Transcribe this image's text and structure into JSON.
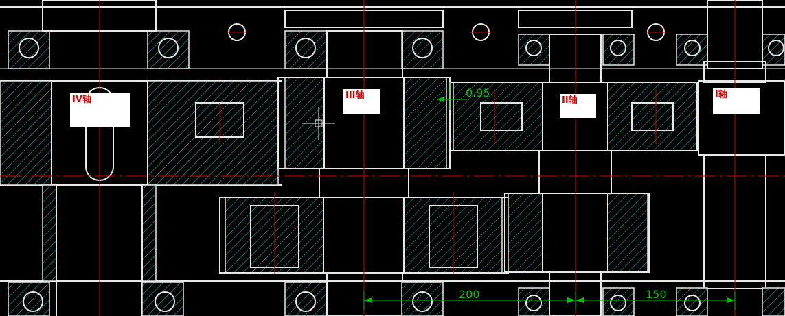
{
  "drawing": {
    "background_color": "#000000",
    "outline_color": "#e8e8e8",
    "centerline_color": "#d00000",
    "hatch_color": "#00a0a0",
    "dimension_color": "#00c000",
    "label_text_color": "#e00000"
  },
  "shafts": {
    "shaft_4": {
      "label": "IV轴"
    },
    "shaft_3": {
      "label": "III轴"
    },
    "shaft_2": {
      "label": "II轴"
    },
    "shaft_1": {
      "label": "I轴"
    }
  },
  "dimensions": {
    "gap_dim": "0.95",
    "span_left": "200",
    "span_right": "150"
  }
}
